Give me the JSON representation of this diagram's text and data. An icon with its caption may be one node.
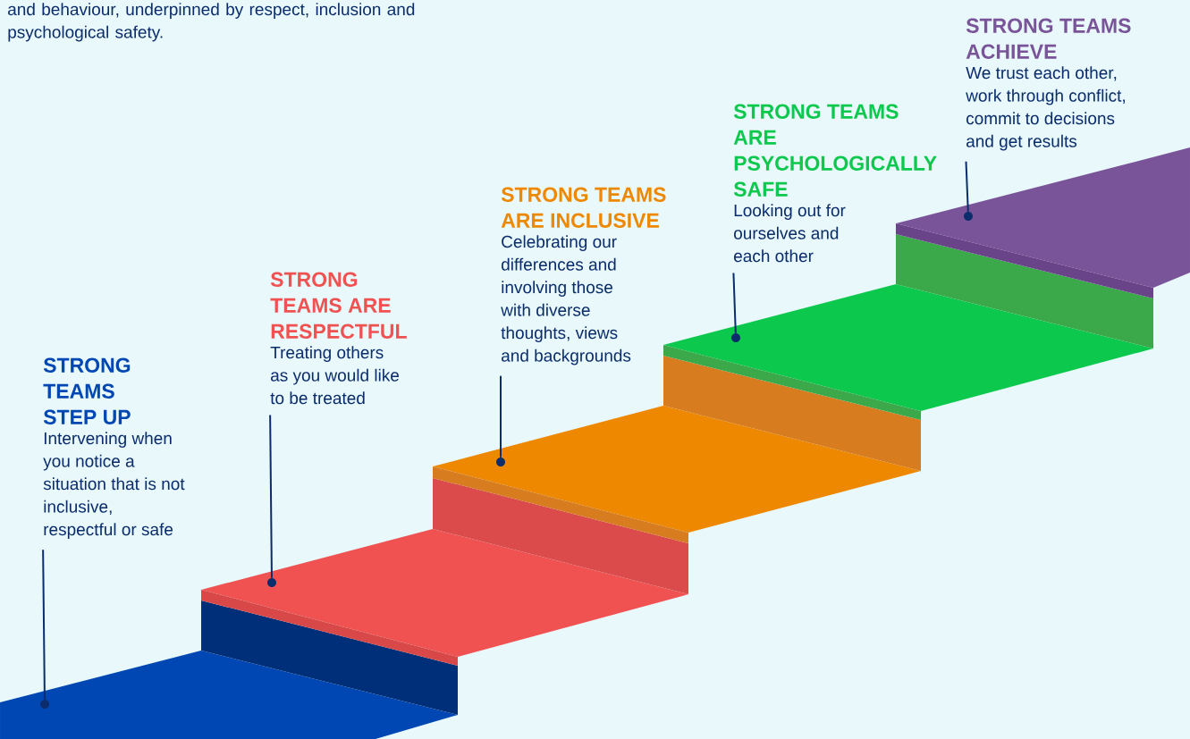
{
  "diagram": {
    "nodes": [
      {
        "text": [
          "STRONG TEAMS STEP UP",
          "Intervening when you notice a situation that is not inclusive, respectful or safe"
        ]
      },
      {
        "text": [
          "STRONG TEAMS ARE RESPECTFUL",
          "Treating others as you would like to be treated"
        ]
      },
      {
        "text": [
          "STRONG TEAMS ARE INCLUSIVE",
          "Celebrating our differences and involving those with diverse thoughts, views and backgrounds"
        ]
      },
      {
        "text": [
          "STRONG TEAMS ARE PSYCHOLOGICALLY SAFE",
          "Looking out for ourselves and each other"
        ]
      },
      {
        "text": [
          "STRONG TEAMS ACHIEVE",
          "We trust each other, work through conflict, commit to decisions and get results"
        ]
      },
      {
        "text": [],
        "shape": "step"
      },
      {
        "text": [],
        "shape": "step"
      },
      {
        "text": [],
        "shape": "step"
      },
      {
        "text": [],
        "shape": "step"
      },
      {
        "text": [],
        "shape": "step"
      }
    ],
    "edges": [
      {
        "from": 0,
        "to": 5,
        "arrow": "none"
      },
      {
        "from": 1,
        "to": 6,
        "arrow": "none"
      },
      {
        "from": 2,
        "to": 7,
        "arrow": "none"
      },
      {
        "from": 3,
        "to": 8,
        "arrow": "none"
      },
      {
        "from": 4,
        "to": 9,
        "arrow": "none"
      }
    ],
    "labels": [
      "and behaviour, underpinned by respect, inclusion and psychological safety."
    ]
  }
}
